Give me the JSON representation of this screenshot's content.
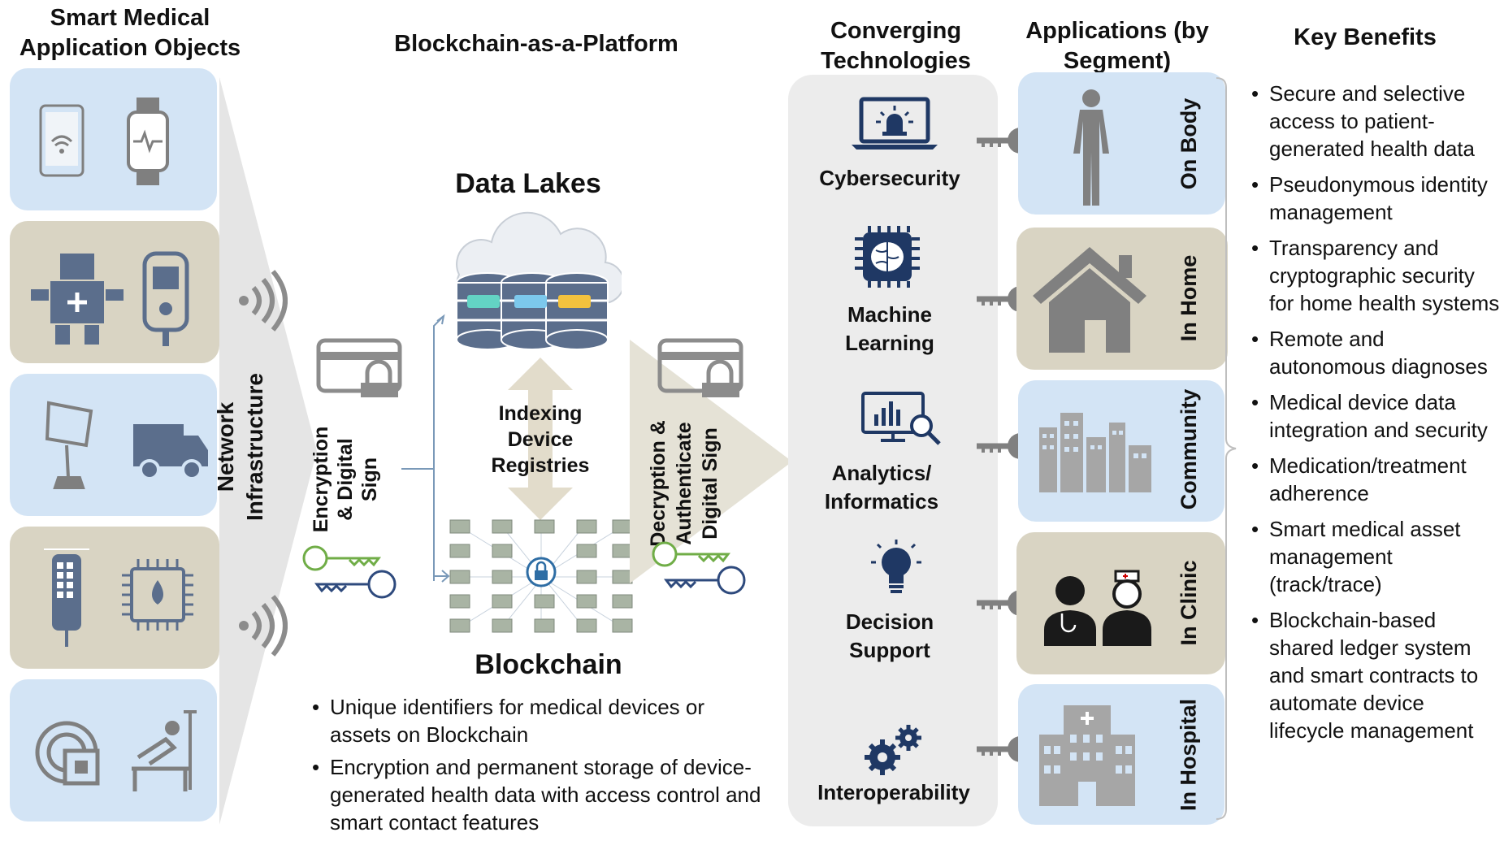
{
  "headers": {
    "smart_objects": "Smart Medical Application Objects",
    "platform": "Blockchain-as-a-Platform",
    "converging": "Converging Technologies",
    "applications": "Applications (by Segment)",
    "benefits": "Key Benefits"
  },
  "labels": {
    "network": "Network Infrastructure",
    "encryption": "Encryption & Digital Sign",
    "decryption": "Decryption & Authenticate Digital Sign",
    "data_lakes": "Data Lakes",
    "indexing": "Indexing Device Registries",
    "blockchain": "Blockchain"
  },
  "blockchain_bullets": [
    "Unique identifiers for medical devices or assets on Blockchain",
    "Encryption and permanent storage of device-generated health data with access control and smart contact features"
  ],
  "technologies": [
    {
      "label": "Cybersecurity",
      "icon": "laptop-alarm-icon"
    },
    {
      "label": "Machine Learning",
      "icon": "brain-chip-icon"
    },
    {
      "label": "Analytics/ Informatics",
      "icon": "monitor-chart-icon"
    },
    {
      "label": "Decision Support",
      "icon": "lightbulb-icon"
    },
    {
      "label": "Interoperability",
      "icon": "gears-icon"
    }
  ],
  "segments": [
    {
      "label": "On Body",
      "icon": "human-body-icon"
    },
    {
      "label": "In Home",
      "icon": "house-icon"
    },
    {
      "label": "Community",
      "icon": "city-buildings-icon"
    },
    {
      "label": "In Clinic",
      "icon": "doctor-nurse-icon"
    },
    {
      "label": "In Hospital",
      "icon": "hospital-icon"
    }
  ],
  "benefits": [
    "Secure and selective access to patient-generated health data",
    "Pseudonymous identity management",
    "Transparency and cryptographic security for home health systems",
    "Remote and autonomous diagnoses",
    "Medical device data integration and security",
    "Medication/treatment adherence",
    "Smart medical asset management (track/trace)",
    "Blockchain-based shared ledger system and smart contracts to automate device lifecycle management"
  ],
  "colors": {
    "blue_card": "#d3e4f5",
    "tan_card": "#d9d4c3",
    "icon_gray": "#7f7f7f",
    "icon_navy": "#1f3864",
    "key_green": "#70ad47",
    "key_navy": "#2e4a7d"
  }
}
